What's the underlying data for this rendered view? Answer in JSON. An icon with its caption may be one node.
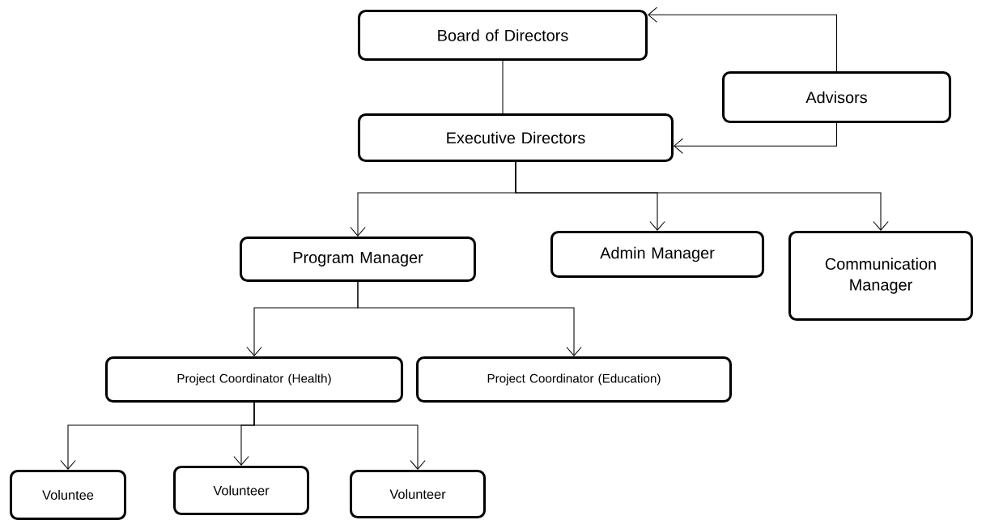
{
  "diagram": {
    "nodes": [
      {
        "text": [
          "Board of Directors"
        ]
      },
      {
        "text": [
          "Advisors"
        ]
      },
      {
        "text": [
          "Executive Directors"
        ]
      },
      {
        "text": [
          "Program Manager"
        ]
      },
      {
        "text": [
          "Admin Manager"
        ]
      },
      {
        "text": [
          "Communication Manager"
        ]
      },
      {
        "text": [
          "Project Coordinator (Health)"
        ]
      },
      {
        "text": [
          "Project Coordinator (Education)"
        ]
      },
      {
        "text": [
          "Voluntee"
        ]
      },
      {
        "text": [
          "Volunteer"
        ]
      },
      {
        "text": [
          "Volunteer"
        ]
      }
    ],
    "edges": [
      {
        "from": 0,
        "to": 2,
        "arrow": "none"
      },
      {
        "from": 1,
        "to": 0,
        "arrow": "to"
      },
      {
        "from": 1,
        "to": 2,
        "arrow": "to"
      },
      {
        "from": 2,
        "to": 3,
        "arrow": "to"
      },
      {
        "from": 2,
        "to": 4,
        "arrow": "to"
      },
      {
        "from": 2,
        "to": 5,
        "arrow": "to"
      },
      {
        "from": 3,
        "to": 6,
        "arrow": "to"
      },
      {
        "from": 3,
        "to": 7,
        "arrow": "to"
      },
      {
        "from": 6,
        "to": 8,
        "arrow": "to"
      },
      {
        "from": 6,
        "to": 9,
        "arrow": "to"
      },
      {
        "from": 6,
        "to": 10,
        "arrow": "to"
      }
    ]
  }
}
